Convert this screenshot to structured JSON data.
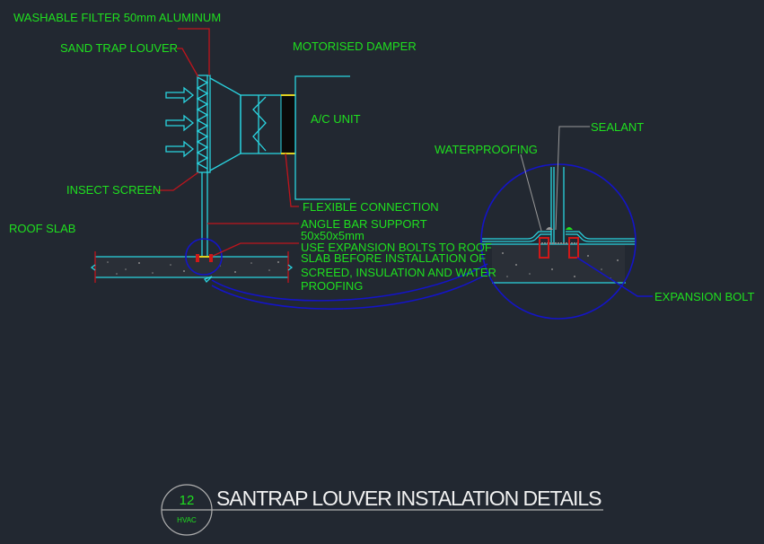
{
  "colors": {
    "background": "#222831",
    "label": "#1fe01f",
    "outline": "#2ad4e0",
    "leader": "#c0141c",
    "detail_callout": "#1414c8",
    "title": "#f2f2f2"
  },
  "labels": {
    "washable_filter": "WASHABLE FILTER 50mm ALUMINUM",
    "sand_trap_louver": "SAND TRAP LOUVER",
    "motorised_damper": "MOTORISED DAMPER",
    "ac_unit": "A/C UNIT",
    "insect_screen": "INSECT SCREEN",
    "roof_slab": "ROOF SLAB",
    "flexible_connection": "FLEXIBLE CONNECTION",
    "angle_bar_support": "ANGLE BAR SUPPORT",
    "angle_bar_size": "50x50x5mm",
    "expansion_note": [
      "USE EXPANSION BOLTS TO ROOF",
      "SLAB BEFORE INSTALLATION OF",
      "SCREED, INSULATION AND WATER",
      "PROOFING"
    ],
    "sealant": "SEALANT",
    "waterproofing": "WATERPROOFING",
    "expansion_bolt": "EXPANSION BOLT"
  },
  "title_block": {
    "number": "12",
    "discipline": "HVAC",
    "title": "SANTRAP LOUVER INSTALATION DETAILS"
  }
}
